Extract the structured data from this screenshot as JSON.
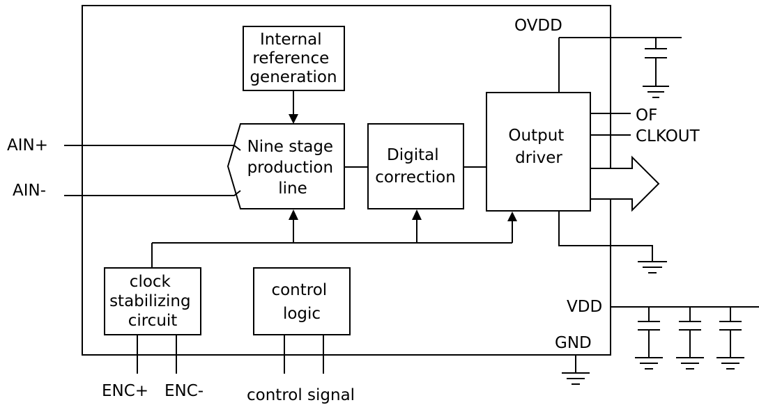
{
  "blocks": {
    "internal_ref": [
      "Internal",
      "reference",
      "generation"
    ],
    "pipeline": [
      "Nine stage",
      "production",
      "line"
    ],
    "digital_correction": [
      "Digital",
      "correction"
    ],
    "output_driver": [
      "Output",
      "driver"
    ],
    "clock_stab": [
      "clock",
      "stabilizing",
      "circuit"
    ],
    "control_logic": [
      "control",
      "logic"
    ]
  },
  "pins": {
    "ain_plus": "AIN+",
    "ain_minus": "AIN-",
    "ovdd": "OVDD",
    "of": "OF",
    "clkout": "CLKOUT",
    "vdd": "VDD",
    "gnd": "GND",
    "enc_plus": "ENC+",
    "enc_minus": "ENC-",
    "control_signal": "control signal"
  }
}
